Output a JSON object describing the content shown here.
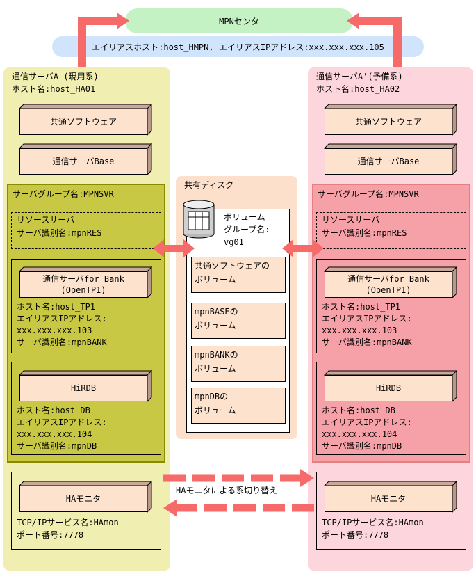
{
  "mpn_center": "MPNセンタ",
  "alias_bar": "エイリアスホスト:host_HMPN, エイリアスIPアドレス:xxx.xxx.xxx.105",
  "colors": {
    "yellow_bg": "#f0eeb0",
    "group_yellow": "#c8c845",
    "pink_bg": "#fcd6dc",
    "group_pink": "#f6a0a8",
    "green": "#c5f2c5",
    "blue": "#d0e4fb",
    "arrow": "#f66a6a",
    "disk_bg": "#fde0cc",
    "box": "#fde2cd"
  },
  "server_a": {
    "title": "通信サーバA (現用系)",
    "host": "ホスト名:host_HA01",
    "common_sw": "共通ソフトウェア",
    "base": "通信サーバBase",
    "group_name": "サーバグループ名:MPNSVR",
    "resource_title": "リソースサーバ",
    "resource_id": "サーバ識別名:mpnRES",
    "bank_box": "通信サーバfor Bank (OpenTP1)",
    "bank_lines": [
      "ホスト名:host_TP1",
      "エイリアスIPアドレス:",
      "xxx.xxx.xxx.103",
      "サーバ識別名:mpnBANK"
    ],
    "hirdb_box": "HiRDB",
    "hirdb_lines": [
      "ホスト名:host_DB",
      "エイリアスIPアドレス:",
      "xxx.xxx.xxx.104",
      "サーバ識別名:mpnDB"
    ],
    "ha_box": "HAモニタ",
    "ha_lines": [
      "TCP/IPサービス名:HAmon",
      "ポート番号:7778"
    ]
  },
  "server_b": {
    "title": "通信サーバA'(予備系)",
    "host": "ホスト名:host_HA02",
    "common_sw": "共通ソフトウェア",
    "base": "通信サーバBase",
    "group_name": "サーバグループ名:MPNSVR",
    "resource_title": "リソースサーバ",
    "resource_id": "サーバ識別名:mpnRES",
    "bank_box": "通信サーバfor Bank (OpenTP1)",
    "bank_lines": [
      "ホスト名:host_TP1",
      "エイリアスIPアドレス:",
      "xxx.xxx.xxx.103",
      "サーバ識別名:mpnBANK"
    ],
    "hirdb_box": "HiRDB",
    "hirdb_lines": [
      "ホスト名:host_DB",
      "エイリアスIPアドレス:",
      "xxx.xxx.xxx.104",
      "サーバ識別名:mpnDB"
    ],
    "ha_box": "HAモニタ",
    "ha_lines": [
      "TCP/IPサービス名:HAmon",
      "ポート番号:7778"
    ]
  },
  "disk": {
    "title": "共有ディスク",
    "volume_group": [
      "ボリューム",
      "グループ名:",
      "vg01"
    ],
    "volumes": [
      [
        "共通ソフトウェアの",
        "ボリューム"
      ],
      [
        "mpnBASEの",
        "ボリューム"
      ],
      [
        "mpnBANKの",
        "ボリューム"
      ],
      [
        "mpnDBの",
        "ボリューム"
      ]
    ]
  },
  "switch_label": "HAモニタによる系切り替え"
}
